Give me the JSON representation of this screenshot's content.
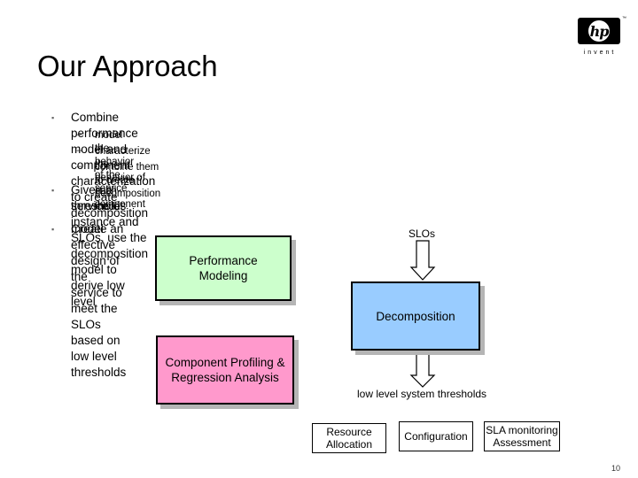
{
  "slide": {
    "title": "Our Approach",
    "logo": {
      "brand": "hp",
      "tagline": "invent",
      "tm": "™"
    },
    "page_number": "10"
  },
  "bullets": [
    {
      "text": "Combine performance model and component characterization to create decomposition model",
      "sub": [
        "model the behavior of the service",
        "characterize the behavior of each component",
        "combine them to create decomposition model"
      ]
    },
    {
      "text_line1": "Given a service instance and SLOs, use the decomposition model to derive low level",
      "text_line2": "thresholds"
    },
    {
      "text": "Create an effective design of the service to meet the SLOs based on low level thresholds"
    }
  ],
  "bullet_marker": "▪",
  "sub_marker": "−",
  "diagram": {
    "performance_modeling": {
      "line1": "Performance",
      "line2": "Modeling"
    },
    "decomposition": "Decomposition",
    "component_profiling": {
      "line1": "Component Profiling &",
      "line2": "Regression Analysis"
    },
    "slos_label": "SLOs",
    "thresholds_label": "low level system thresholds",
    "resource_allocation": {
      "line1": "Resource",
      "line2": "Allocation"
    },
    "configuration": "Configuration",
    "sla_monitoring": {
      "line1": "SLA monitoring",
      "line2": "Assessment"
    },
    "colors": {
      "performance": "#ccffcc",
      "decomposition": "#99ccff",
      "component": "#ff99cc"
    }
  }
}
